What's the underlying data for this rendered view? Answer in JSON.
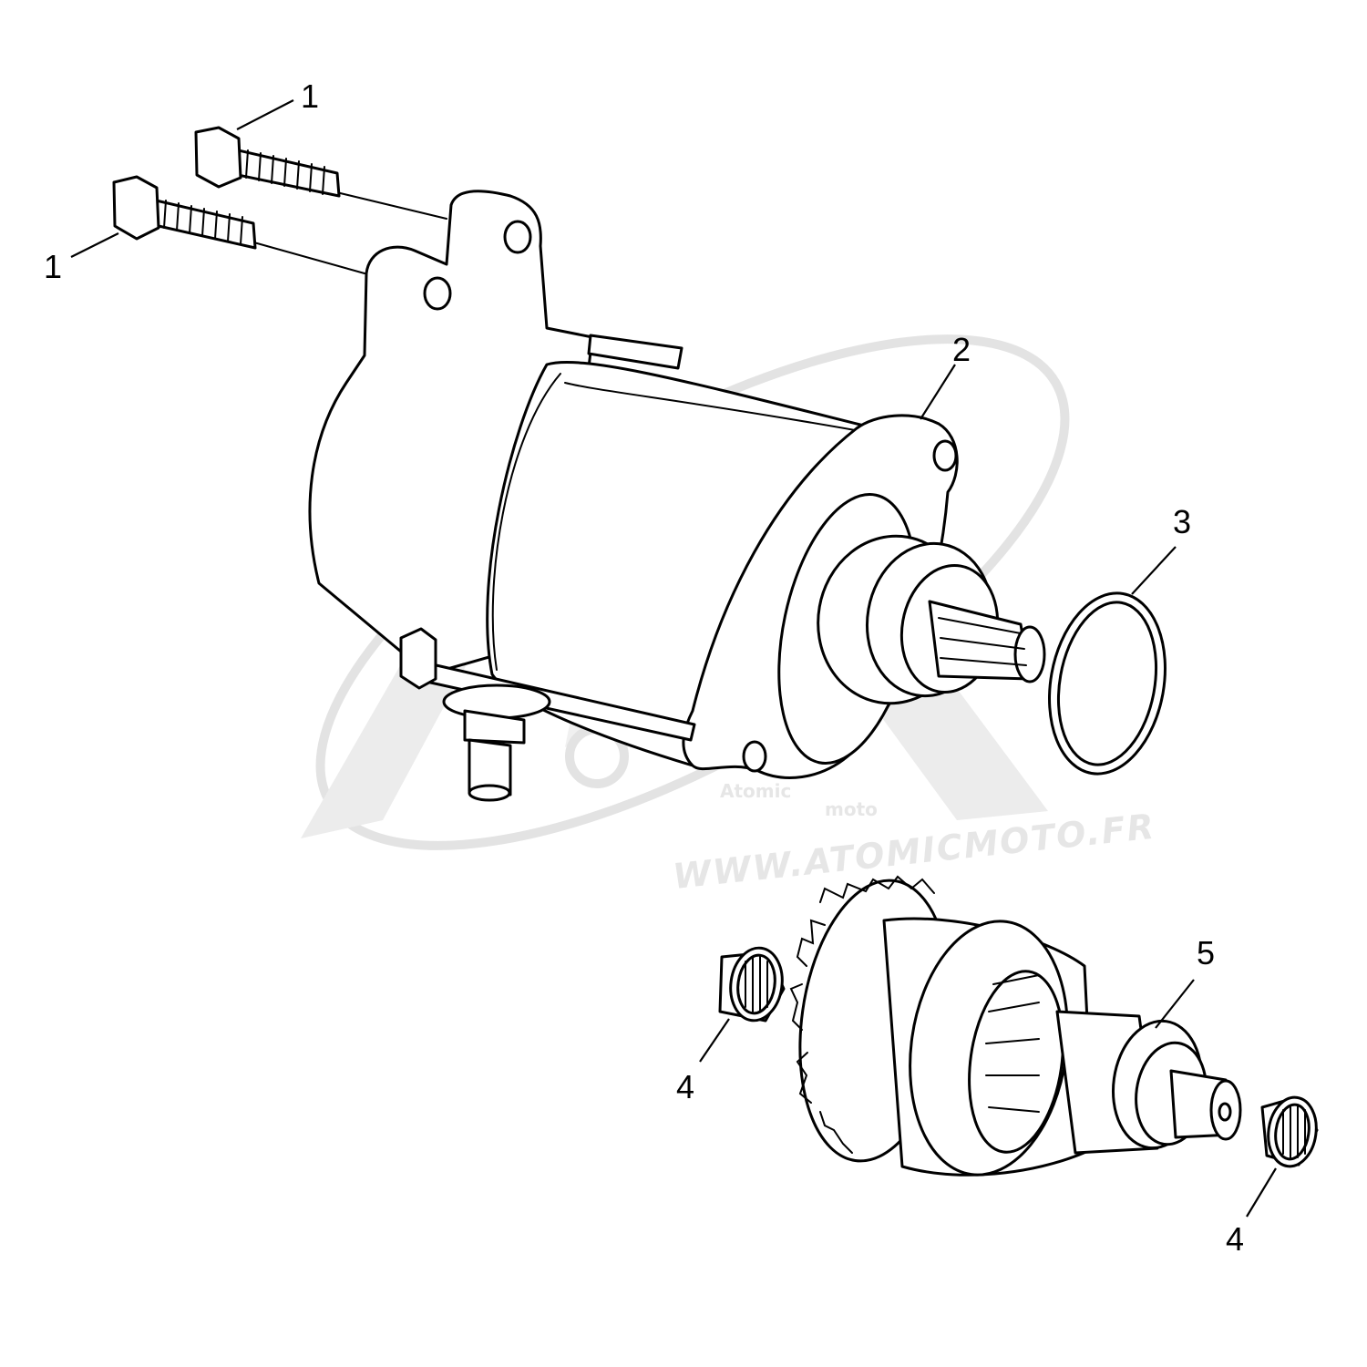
{
  "callouts": [
    {
      "id": "bolt_upper",
      "number": "1"
    },
    {
      "id": "bolt_lower",
      "number": "1"
    },
    {
      "id": "starter_motor",
      "number": "2"
    },
    {
      "id": "o_ring",
      "number": "3"
    },
    {
      "id": "bearing_left",
      "number": "4"
    },
    {
      "id": "bearing_right",
      "number": "4"
    },
    {
      "id": "starter_clutch",
      "number": "5"
    }
  ],
  "watermark": {
    "url_text": "WWW.ATOMICMOTO.FR",
    "logo_text": "Atomic",
    "logo_subtext": "moto"
  },
  "colors": {
    "line": "#000000",
    "background": "#ffffff",
    "watermark": "#e3e3e3"
  }
}
